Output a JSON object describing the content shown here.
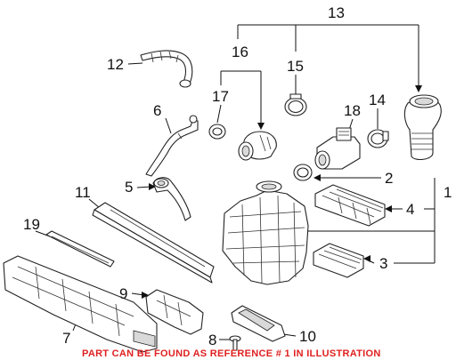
{
  "callouts": {
    "c1": "1",
    "c2": "2",
    "c3": "3",
    "c4": "4",
    "c5": "5",
    "c6": "6",
    "c7": "7",
    "c8": "8",
    "c9": "9",
    "c10": "10",
    "c11": "11",
    "c12": "12",
    "c13": "13",
    "c14": "14",
    "c15": "15",
    "c16": "16",
    "c17": "17",
    "c18": "18",
    "c19": "19"
  },
  "footer_note": "PART CAN BE FOUND AS REFERENCE # 1 IN ILLUSTRATION",
  "colors": {
    "note": "#e02020",
    "line": "#111111"
  }
}
